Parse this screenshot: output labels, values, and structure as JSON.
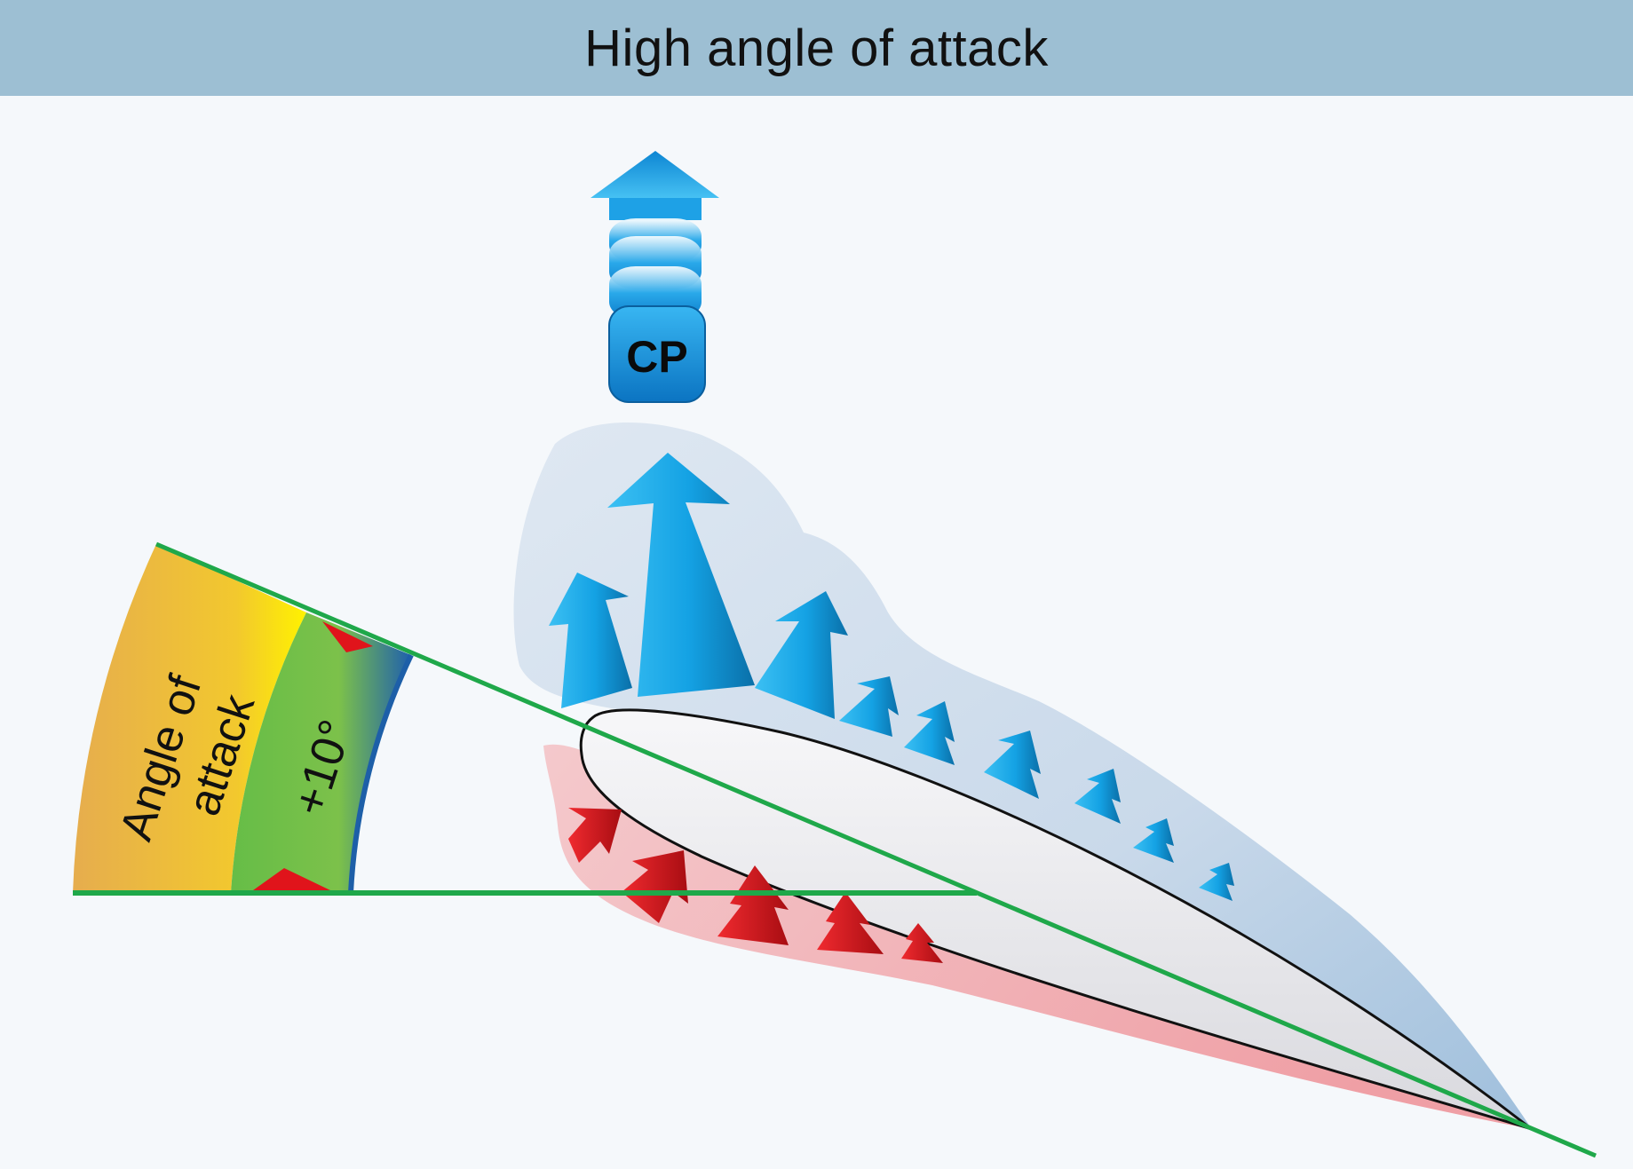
{
  "header": {
    "title": "High angle of attack"
  },
  "diagram": {
    "cp_label": "CP",
    "angle_label_line1": "Angle of",
    "angle_label_line2": "attack",
    "angle_value": "+10°",
    "colors": {
      "header_bg": "#9dbfd3",
      "reference_line": "#1fa84a",
      "upper_pressure": "#1aa6e8",
      "lower_pressure": "#d8141c",
      "cp_badge": "#0a8ad6",
      "aoa_band_outer": "#e8b24a",
      "aoa_band_middle": "#6dbf45",
      "aoa_band_inner": "#1f6fb0"
    }
  }
}
